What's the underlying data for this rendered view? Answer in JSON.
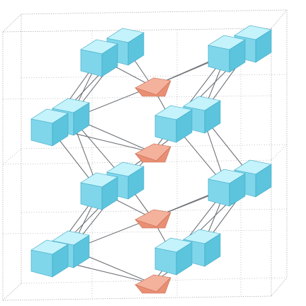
{
  "figure": {
    "colors": {
      "background": "#ffffff",
      "cell_edge": "#9a9a9a",
      "bond": "#6f7378",
      "octa_top": "#c4f3fc",
      "octa_left": "#7fd6ea",
      "octa_right": "#5cc4dd",
      "octa_edge": "#3fa8c4",
      "tetra_front": "#e98f74",
      "tetra_top": "#f4b19c",
      "tetra_edge": "#c86e54"
    },
    "octahedra": {
      "count": 16
    },
    "tetrahedra": {
      "count": 4
    },
    "unit_cells": {
      "count": 2
    }
  }
}
